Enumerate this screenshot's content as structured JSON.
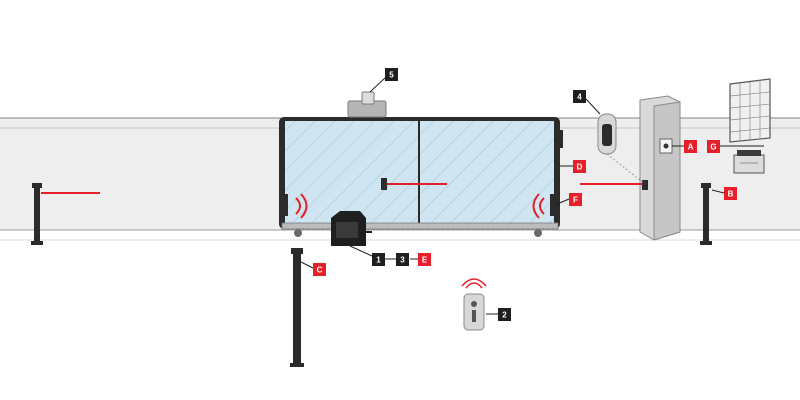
{
  "colors": {
    "tag_dark": "#1f1f1f",
    "tag_red": "#e5202b",
    "beam_red": "#e5202b",
    "wall_fill": "#eeeeee",
    "wall_edge": "#9a9a9a",
    "gate_glass": "#cfe6f2",
    "frame_dark": "#2b2b2b"
  },
  "labels": {
    "motor": "1",
    "remote": "2",
    "receiver": "3",
    "keypad": "4",
    "flashing_light": "5",
    "key_switch": "A",
    "photocell_pillar": "B",
    "photocell_post": "C",
    "gate_leaf": "D",
    "rack": "E",
    "safety_edge": "F",
    "solar_kit": "G"
  },
  "icons": {
    "motor": "gate-motor-icon",
    "remote": "remote-control-icon",
    "keypad": "wireless-keypad-icon",
    "flashing_light": "flashing-light-icon",
    "key_switch": "key-switch-icon",
    "solar_panel": "solar-panel-icon",
    "battery": "battery-box-icon",
    "photocell": "photocell-post-icon"
  }
}
